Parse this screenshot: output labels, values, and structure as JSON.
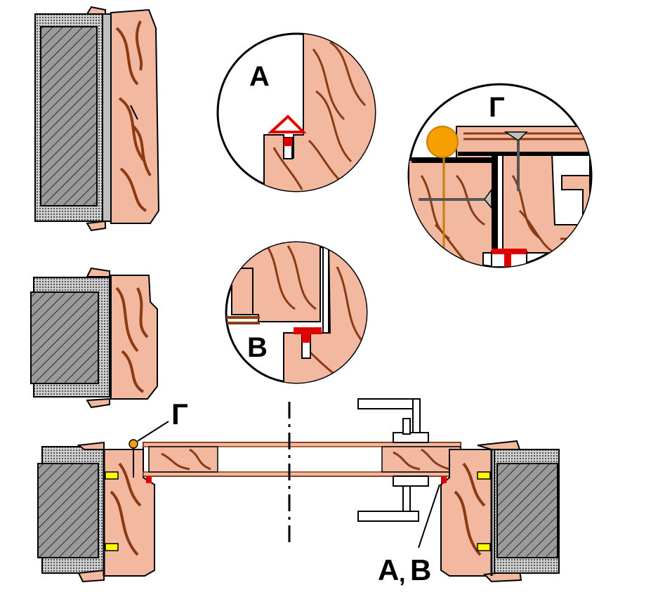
{
  "colors": {
    "wood": "#f2b8a0",
    "grain": "#8b3a12",
    "wall": "#7a7a7a",
    "wall_hatch": "#3a3a3a",
    "seal_red": "#e00000",
    "cap_orange": "#f5a000",
    "dowel_yellow": "#ffff00",
    "outline": "#000000"
  },
  "labels": {
    "detail_a": "А",
    "detail_b": "В",
    "detail_g": "Г",
    "callout_g": "Г",
    "callout_a": "А",
    "callout_comma": ",",
    "callout_b": "В"
  },
  "icons": {
    "screw": "screw-icon",
    "handle": "door-handle-icon",
    "cap": "decorative-cap-icon"
  }
}
